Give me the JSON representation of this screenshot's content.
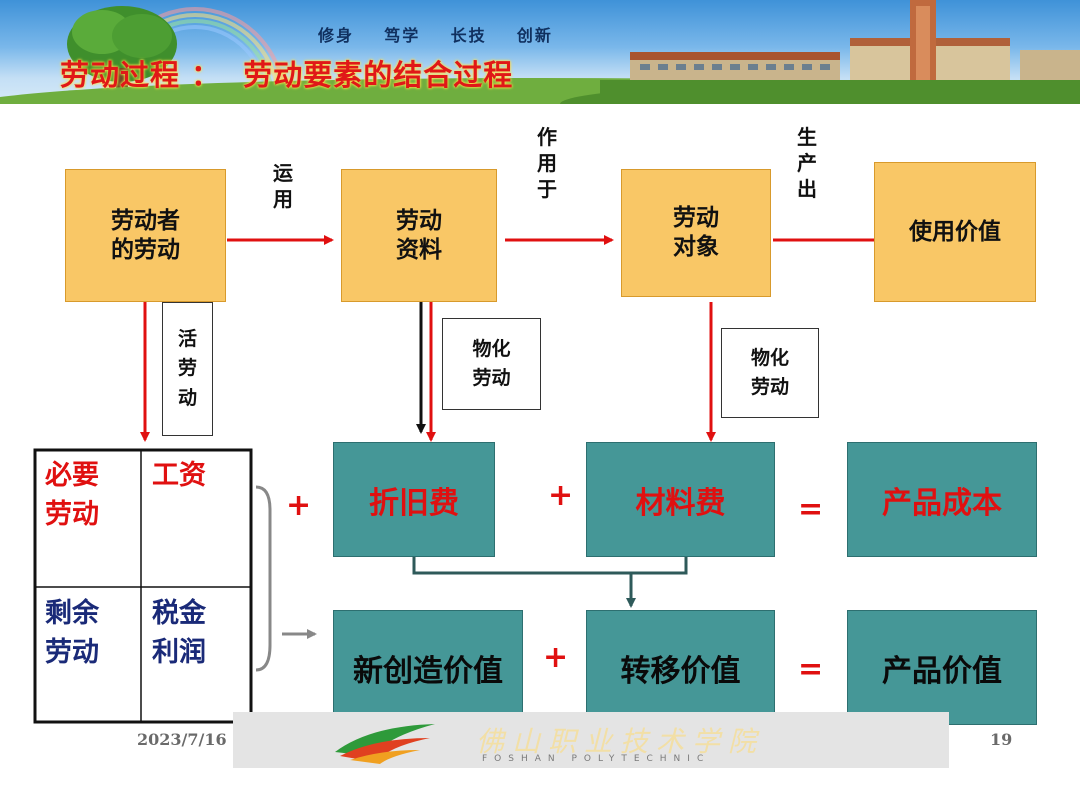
{
  "banner": {
    "slogan": "修身    笃学    长技    创新",
    "title": "劳动过程 ：  劳动要素的结合过程"
  },
  "top_row": {
    "labor": "劳动者\n的劳动",
    "means": "劳动\n资料",
    "object": "劳动\n对象",
    "use_value": "使用价值",
    "arrow_labels": {
      "apply": "运\n用",
      "act_on": "作\n用\n于",
      "produce": "生\n产\n出"
    }
  },
  "side_labels": {
    "living_labor": "活\n劳\n动",
    "materialized_1": "物化\n劳动",
    "materialized_2": "物化\n劳动"
  },
  "left_table": {
    "necessary_labor": "必要\n劳动",
    "wages": "工资",
    "surplus_labor": "剩余\n劳动",
    "tax_profit": "税金\n利润"
  },
  "cost_row": {
    "depreciation": "折旧费",
    "material": "材料费",
    "product_cost": "产品成本"
  },
  "value_row": {
    "new_value": "新创造价值",
    "transferred_value": "转移价值",
    "product_value": "产品价值"
  },
  "operators": {
    "plus": "+",
    "equals": "="
  },
  "footer": {
    "date": "2023/7/16",
    "page": "19",
    "school": "佛山职业技术学院",
    "school_en": "FOSHAN POLYTECHNIC"
  },
  "colors": {
    "yellow_box": "#f9c766",
    "teal_box": "#459797",
    "red_text": "#e01010",
    "navy_text": "#1a2a78",
    "arrow_red": "#e01010"
  }
}
